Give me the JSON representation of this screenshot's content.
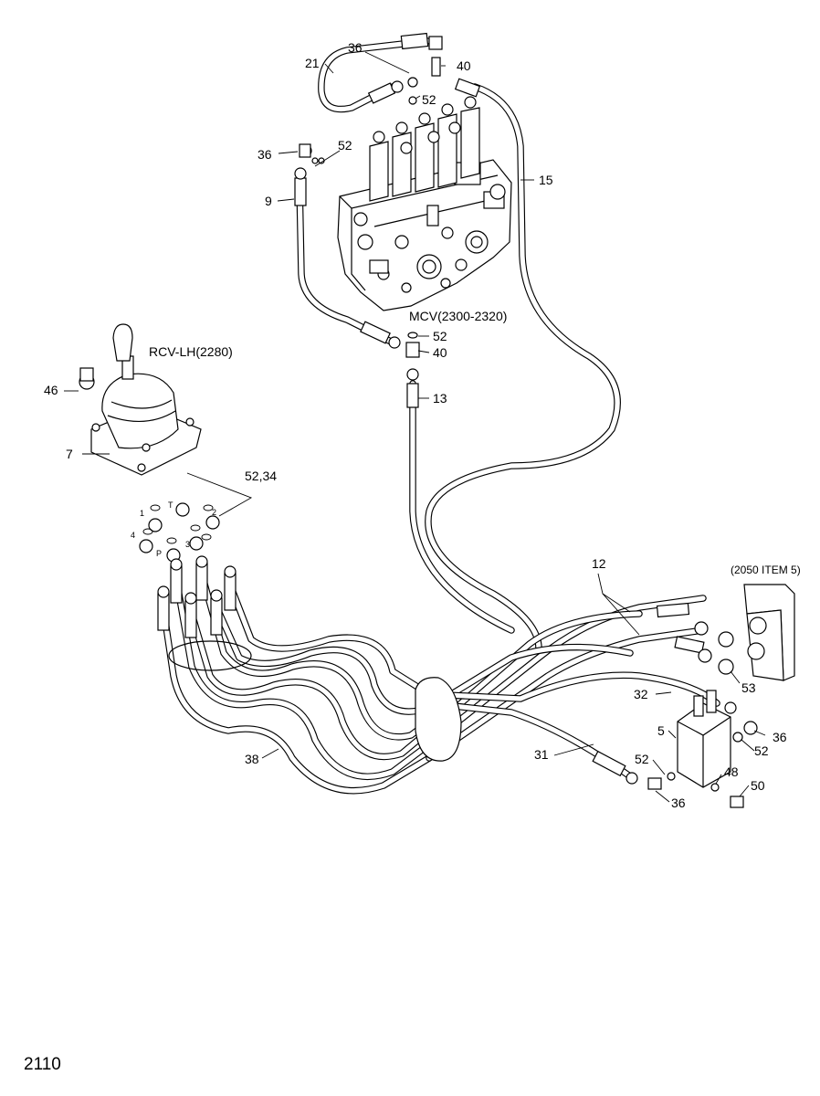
{
  "page_number": "2110",
  "components": {
    "mcv": "MCV(2300-2320)",
    "rcv": "RCV-LH(2280)",
    "bracket_ref": "(2050 ITEM 5)"
  },
  "callouts": {
    "c21": "21",
    "c36a": "36",
    "c40a": "40",
    "c52a": "52",
    "c36b": "36",
    "c52b": "52",
    "c15": "15",
    "c9": "9",
    "c52c": "52",
    "c40b": "40",
    "c13": "13",
    "c46": "46",
    "c7": "7",
    "c5234": "52,34",
    "c12": "12",
    "c53": "53",
    "c32": "32",
    "c5": "5",
    "c36c": "36",
    "c52d": "52",
    "c31": "31",
    "c52e": "52",
    "c48": "48",
    "c38": "38",
    "c36d": "36",
    "c50": "50"
  },
  "port_labels": {
    "p1": "1",
    "pT": "T",
    "p2": "2",
    "p4": "4",
    "p3": "3",
    "pP": "P"
  }
}
